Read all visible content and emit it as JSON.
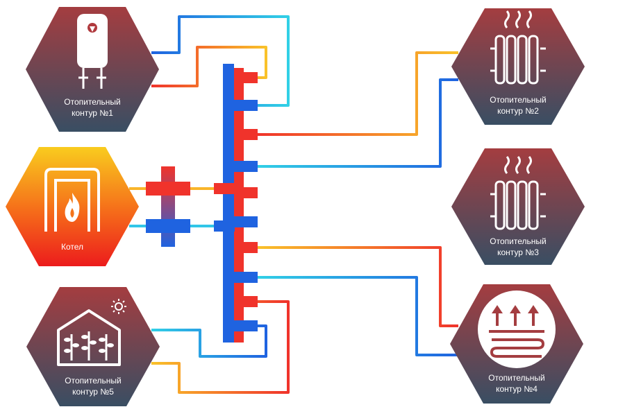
{
  "nodes": {
    "boiler": {
      "label": "Котел"
    },
    "circuit1": {
      "label_line1": "Отопительный",
      "label_line2": "контур №1",
      "icon": "water-heater-icon"
    },
    "circuit2": {
      "label_line1": "Отопительный",
      "label_line2": "контур №2",
      "icon": "radiator-icon"
    },
    "circuit3": {
      "label_line1": "Отопительный",
      "label_line2": "контур №3",
      "icon": "radiator-icon"
    },
    "circuit4": {
      "label_line1": "Отопительный",
      "label_line2": "контур №4",
      "icon": "underfloor-heating-icon"
    },
    "circuit5": {
      "label_line1": "Отопительный",
      "label_line2": "контур №5",
      "icon": "greenhouse-icon"
    }
  },
  "colors": {
    "hot": "#f0332b",
    "cold": "#1f63e0",
    "hot_light": "#f9c22a",
    "cold_light": "#31d0e6",
    "hex_top": "#a43d40",
    "hex_bottom": "#3a4e62",
    "boiler_top": "#f8c81c",
    "boiler_bottom": "#ee1e1e"
  }
}
